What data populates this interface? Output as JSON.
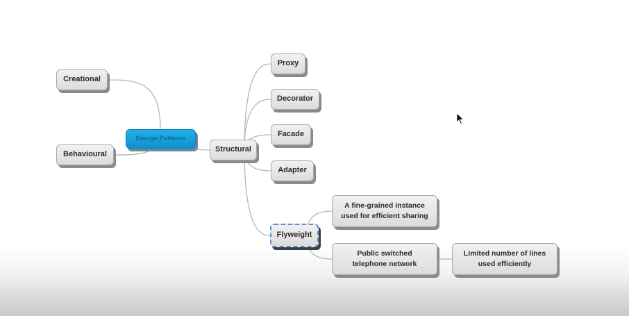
{
  "diagram": {
    "nodes": {
      "creational": {
        "label": "Creational"
      },
      "behavioural": {
        "label": "Behavioural"
      },
      "design_patterns": {
        "label": "Design Patterns"
      },
      "structural": {
        "label": "Structural"
      },
      "proxy": {
        "label": "Proxy"
      },
      "decorator": {
        "label": "Decorator"
      },
      "facade": {
        "label": "Facade"
      },
      "adapter": {
        "label": "Adapter"
      },
      "flyweight": {
        "label": "Flyweight"
      },
      "fine_grained": {
        "label": "A fine-grained instance used for efficient sharing"
      },
      "telephone": {
        "label": "Public switched telephone network"
      },
      "limited_lines": {
        "label": "Limited number of lines used efficiently"
      }
    },
    "edges": [
      [
        "design_patterns",
        "creational"
      ],
      [
        "design_patterns",
        "behavioural"
      ],
      [
        "design_patterns",
        "structural"
      ],
      [
        "structural",
        "proxy"
      ],
      [
        "structural",
        "decorator"
      ],
      [
        "structural",
        "facade"
      ],
      [
        "structural",
        "adapter"
      ],
      [
        "structural",
        "flyweight"
      ],
      [
        "flyweight",
        "fine_grained"
      ],
      [
        "flyweight",
        "telephone"
      ],
      [
        "telephone",
        "limited_lines"
      ]
    ],
    "selected_node": "flyweight",
    "colors": {
      "root_fill": "#14a3dd",
      "node_fill": "#e6e6e6",
      "connector": "#b5b5b5",
      "selection": "#5a8fd6"
    }
  },
  "cursor": {
    "icon": "mouse-pointer-icon"
  }
}
